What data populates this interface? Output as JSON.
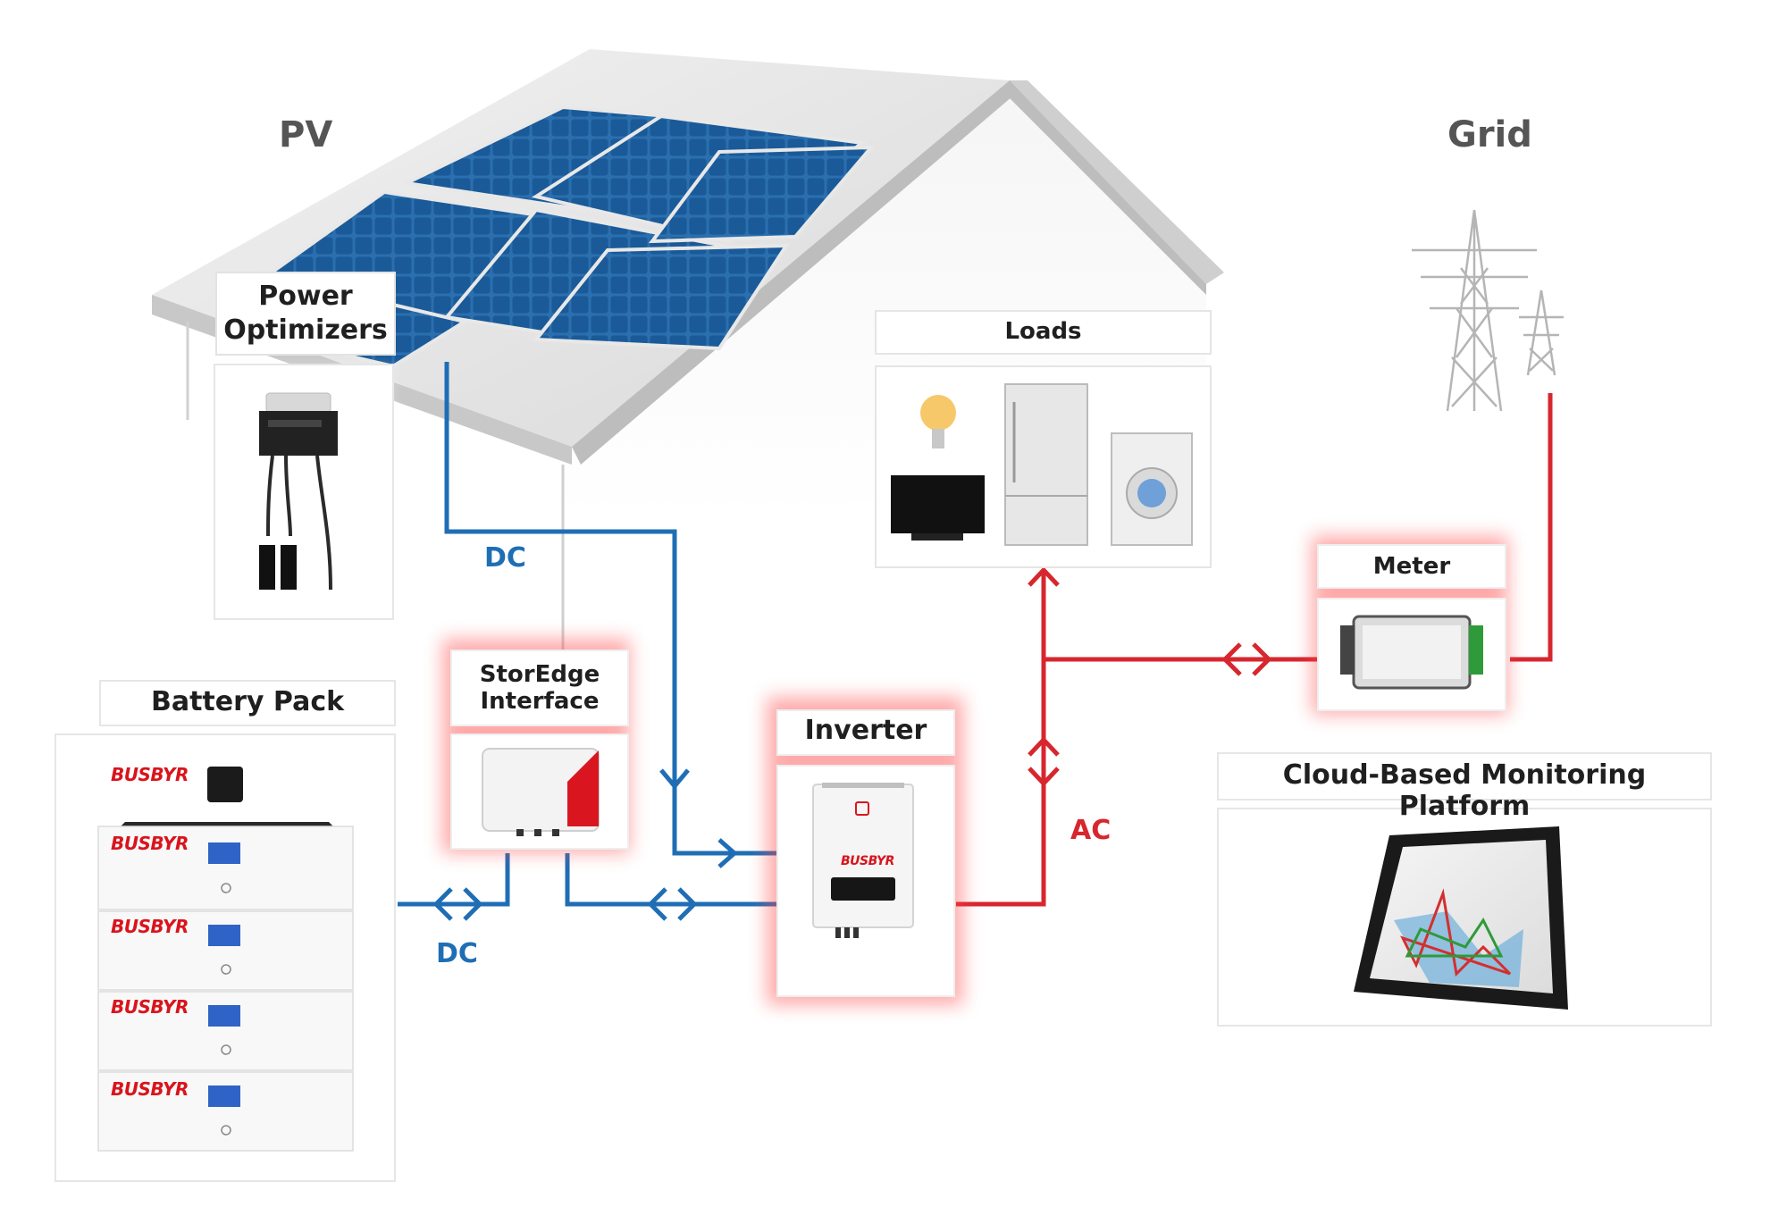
{
  "sections": {
    "pv": "PV",
    "grid": "Grid"
  },
  "labels": {
    "power_optimizers_line1": "Power",
    "power_optimizers_line2": "Optimizers",
    "loads": "Loads",
    "meter": "Meter",
    "battery_pack": "Battery Pack",
    "storedge_line1": "StorEdge",
    "storedge_line2": "Interface",
    "inverter": "Inverter",
    "cloud_monitoring": "Cloud-Based Monitoring Platform"
  },
  "wires": {
    "dc_top": "DC",
    "dc_bottom": "DC",
    "ac": "AC"
  },
  "brand": {
    "name": "BUSBYR"
  },
  "colors": {
    "dc": "#1f6eb5",
    "ac": "#d7262e",
    "panel": "#1f5f9e",
    "highlight_glow": "#ff4444"
  }
}
